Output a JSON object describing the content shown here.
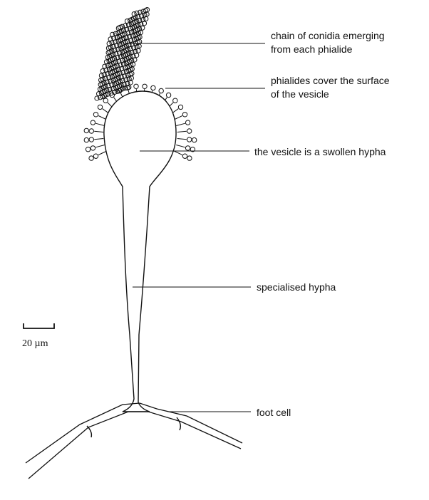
{
  "diagram": {
    "labels": {
      "conidia": [
        "chain of conidia emerging",
        "from each phialide"
      ],
      "phialides": [
        "phialides cover the surface",
        "of the vesicle"
      ],
      "vesicle": "the vesicle is a swollen hypha",
      "hypha": "specialised hypha",
      "foot_cell": "foot cell"
    },
    "scale_bar": {
      "label": "20 µm"
    },
    "colors": {
      "ink": "#111111",
      "background": "#ffffff"
    }
  }
}
